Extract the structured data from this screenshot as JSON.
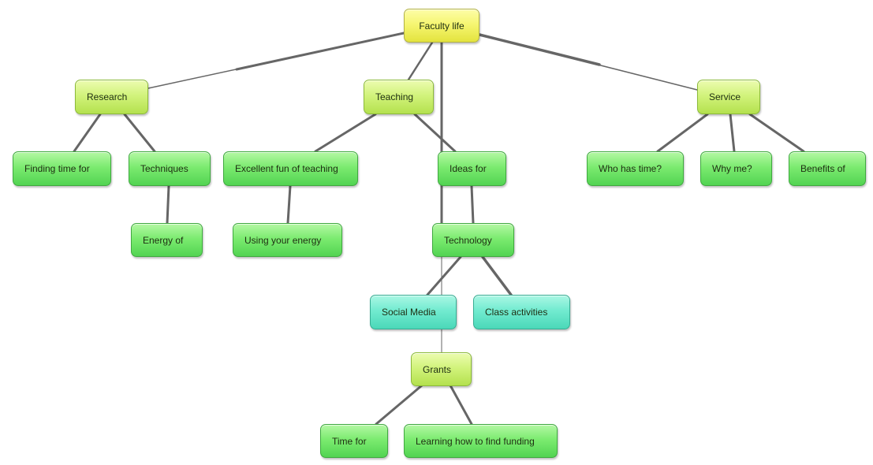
{
  "diagram": {
    "nodes": [
      {
        "id": "faculty-life",
        "label": "Faculty life"
      },
      {
        "id": "research",
        "label": "Research"
      },
      {
        "id": "teaching",
        "label": "Teaching"
      },
      {
        "id": "service",
        "label": "Service"
      },
      {
        "id": "finding-time-for",
        "label": "Finding time for"
      },
      {
        "id": "techniques",
        "label": "Techniques"
      },
      {
        "id": "excellent-fun-of-teaching",
        "label": "Excellent fun of teaching"
      },
      {
        "id": "ideas-for",
        "label": "Ideas for"
      },
      {
        "id": "who-has-time",
        "label": "Who has time?"
      },
      {
        "id": "why-me",
        "label": "Why me?"
      },
      {
        "id": "benefits-of",
        "label": "Benefits of"
      },
      {
        "id": "energy-of",
        "label": "Energy of"
      },
      {
        "id": "using-your-energy",
        "label": "Using your energy"
      },
      {
        "id": "technology",
        "label": "Technology"
      },
      {
        "id": "social-media",
        "label": "Social Media"
      },
      {
        "id": "class-activities",
        "label": "Class activities"
      },
      {
        "id": "grants",
        "label": "Grants"
      },
      {
        "id": "time-for",
        "label": "Time for"
      },
      {
        "id": "learning-how-to-find-funding",
        "label": "Learning how to find funding"
      }
    ],
    "edges": [
      {
        "from": "faculty-life",
        "to": "research"
      },
      {
        "from": "faculty-life",
        "to": "teaching"
      },
      {
        "from": "faculty-life",
        "to": "service"
      },
      {
        "from": "faculty-life",
        "to": "grants"
      },
      {
        "from": "research",
        "to": "finding-time-for"
      },
      {
        "from": "research",
        "to": "techniques"
      },
      {
        "from": "techniques",
        "to": "energy-of"
      },
      {
        "from": "teaching",
        "to": "excellent-fun-of-teaching"
      },
      {
        "from": "teaching",
        "to": "ideas-for"
      },
      {
        "from": "excellent-fun-of-teaching",
        "to": "using-your-energy"
      },
      {
        "from": "ideas-for",
        "to": "technology"
      },
      {
        "from": "technology",
        "to": "social-media"
      },
      {
        "from": "technology",
        "to": "class-activities"
      },
      {
        "from": "service",
        "to": "who-has-time"
      },
      {
        "from": "service",
        "to": "why-me"
      },
      {
        "from": "service",
        "to": "benefits-of"
      },
      {
        "from": "grants",
        "to": "time-for"
      },
      {
        "from": "grants",
        "to": "learning-how-to-find-funding"
      }
    ],
    "colors": {
      "connector": "#666666",
      "root": "#f6f672",
      "branch": "#d2f37c",
      "leaf": "#7ceb70",
      "highlight": "#72ebd0"
    }
  }
}
